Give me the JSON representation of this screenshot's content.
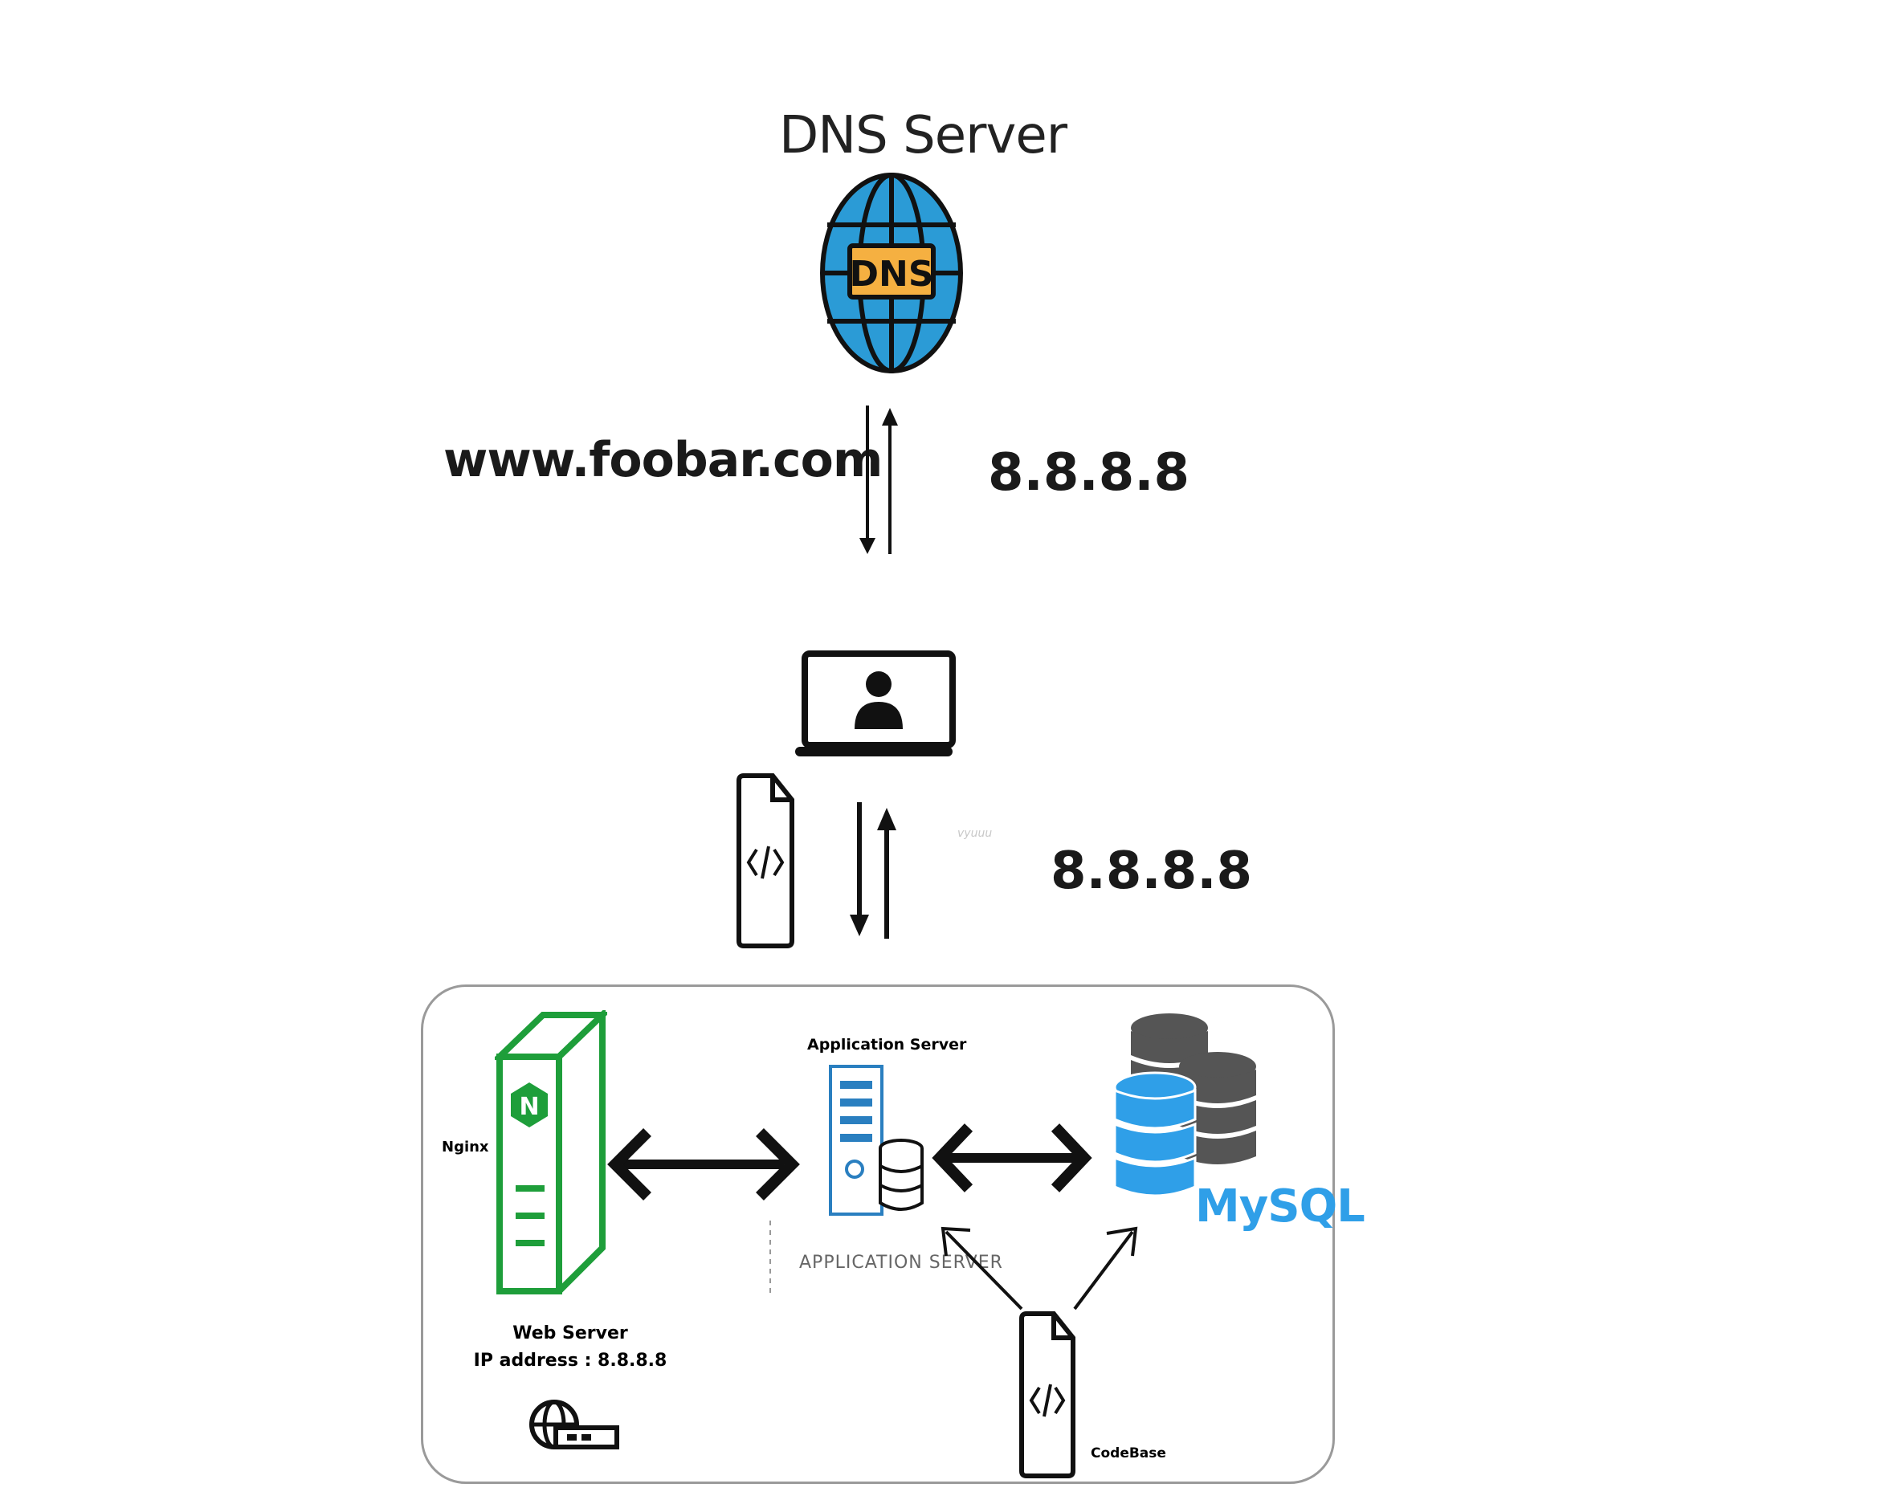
{
  "dns": {
    "title": "DNS Server",
    "badge": "DNS"
  },
  "lookup": {
    "domain": "www.foobar.com",
    "ip": "8.8.8.8"
  },
  "response": {
    "ip": "8.8.8.8",
    "watermark": "vyuuu"
  },
  "server_stack": {
    "app_server_title": "Application Server",
    "nginx_label": "Nginx",
    "app_server_caption": "APPLICATION SERVER",
    "web_server_name": "Web Server",
    "web_server_ip": "IP address : 8.8.8.8",
    "codebase_label": "CodeBase",
    "mysql_label": "MySQL",
    "nginx_badge": "N"
  },
  "colors": {
    "nginx_green": "#1e9e3a",
    "dns_blue": "#2b9bd6",
    "dns_badge": "#f5b041",
    "mysql_blue": "#2f9fe8",
    "db_grey": "#555555"
  }
}
